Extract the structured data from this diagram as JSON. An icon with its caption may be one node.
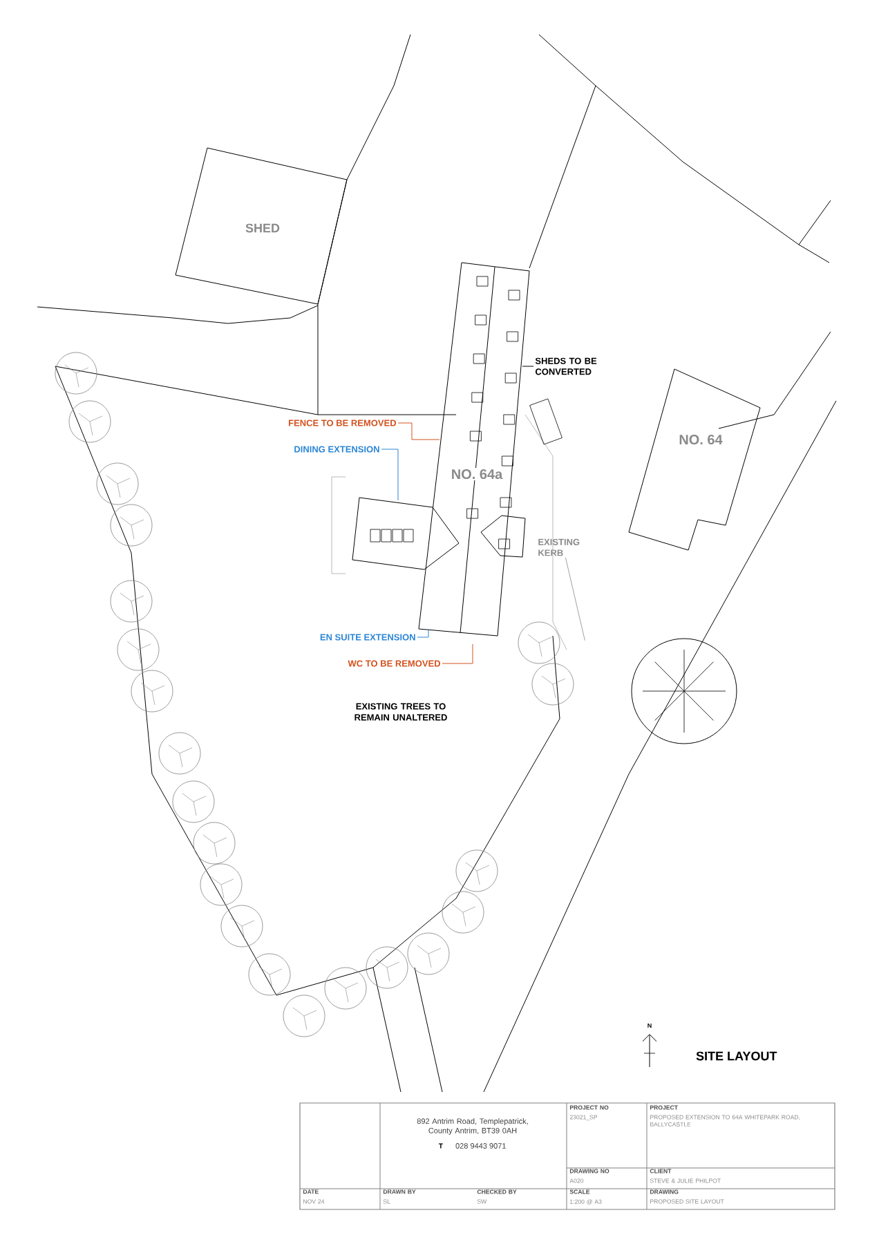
{
  "diagram": {
    "title": "SITE LAYOUT",
    "nodes": [
      {
        "text": [
          "SHED"
        ]
      },
      {
        "text": [
          "NO. 64a"
        ]
      },
      {
        "text": [
          "NO. 64"
        ]
      },
      {
        "text": [
          "SHEDS TO BE CONVERTED"
        ]
      },
      {
        "text": [
          "FENCE TO BE REMOVED"
        ]
      },
      {
        "text": [
          "DINING EXTENSION"
        ]
      },
      {
        "text": [
          "EXISTING KERB"
        ]
      },
      {
        "text": [
          "EN SUITE EXTENSION"
        ]
      },
      {
        "text": [
          "WC TO BE REMOVED"
        ]
      }
    ],
    "edges": [
      {
        "from": 3,
        "to": null,
        "arrow": "none",
        "color": "#000000"
      },
      {
        "from": 4,
        "to": null,
        "arrow": "none",
        "color": "#d4521f"
      },
      {
        "from": 5,
        "to": null,
        "arrow": "none",
        "color": "#2b86d6"
      },
      {
        "from": 6,
        "to": null,
        "arrow": "none",
        "color": "#a0a0a0"
      },
      {
        "from": 7,
        "to": null,
        "arrow": "none",
        "color": "#2b86d6"
      },
      {
        "from": 8,
        "to": null,
        "arrow": "none",
        "color": "#d4521f"
      }
    ],
    "labels": [
      "EXISTING TREES TO REMAIN UNALTERED",
      "N",
      "892 Antrim Road, Templepatrick, County Antrim, BT39 0AH",
      "T",
      "028 9443 9071",
      "PROJECT NO",
      "23021_SP",
      "PROJECT",
      "PROPOSED EXTENSION TO 64A WHITEPARK ROAD, BALLYCASTLE",
      "DRAWING NO",
      "A020",
      "CLIENT",
      "STEVE & JULIE PHILPOT",
      "DATE",
      "NOV 24",
      "DRAWN BY",
      "SL",
      "CHECKED BY",
      "SW",
      "SCALE",
      "1:200 @ A3",
      "DRAWING",
      "PROPOSED SITE LAYOUT"
    ]
  }
}
